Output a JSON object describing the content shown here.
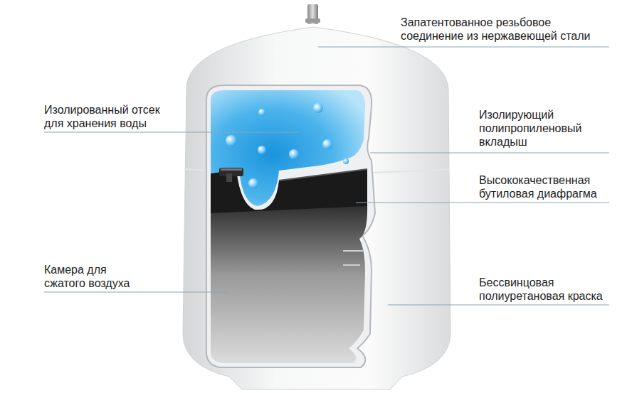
{
  "diagram": {
    "labels": [
      "Запатентованное резьбовое соединение из нержавеющей стали",
      "Изолированный отсек для хранения воды",
      "Изолирующий полипропиленовый вкладыш",
      "Высококачественная бутиловая диафрагма",
      "Камера для сжатого воздуха",
      "Бессвинцовая полиуретановая краска"
    ]
  }
}
